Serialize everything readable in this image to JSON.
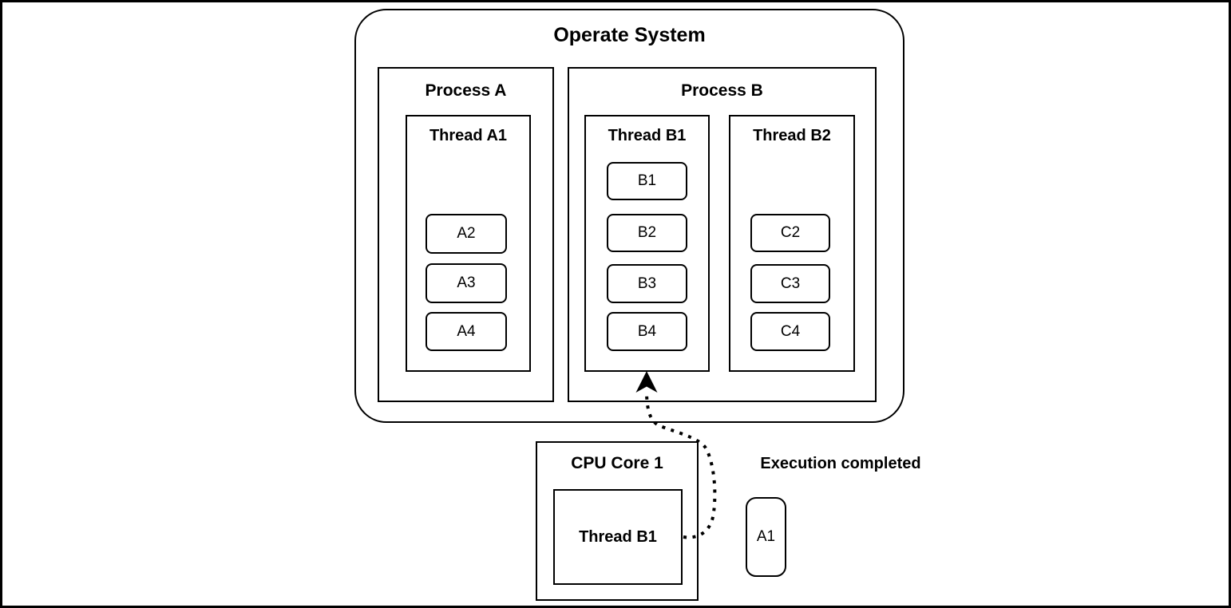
{
  "diagram": {
    "os": {
      "title": "Operate System"
    },
    "process_a": {
      "title": "Process A",
      "thread_a1": {
        "title": "Thread A1",
        "tasks": [
          "A2",
          "A3",
          "A4"
        ]
      }
    },
    "process_b": {
      "title": "Process B",
      "thread_b1": {
        "title": "Thread B1",
        "tasks": [
          "B1",
          "B2",
          "B3",
          "B4"
        ]
      },
      "thread_b2": {
        "title": "Thread B2",
        "tasks": [
          "C2",
          "C3",
          "C4"
        ]
      }
    },
    "cpu_core": {
      "title": "CPU Core 1",
      "running_thread": "Thread B1"
    },
    "completed": {
      "label": "Execution completed",
      "task": "A1"
    },
    "colors": {
      "stroke": "#000000",
      "background": "#ffffff"
    }
  }
}
